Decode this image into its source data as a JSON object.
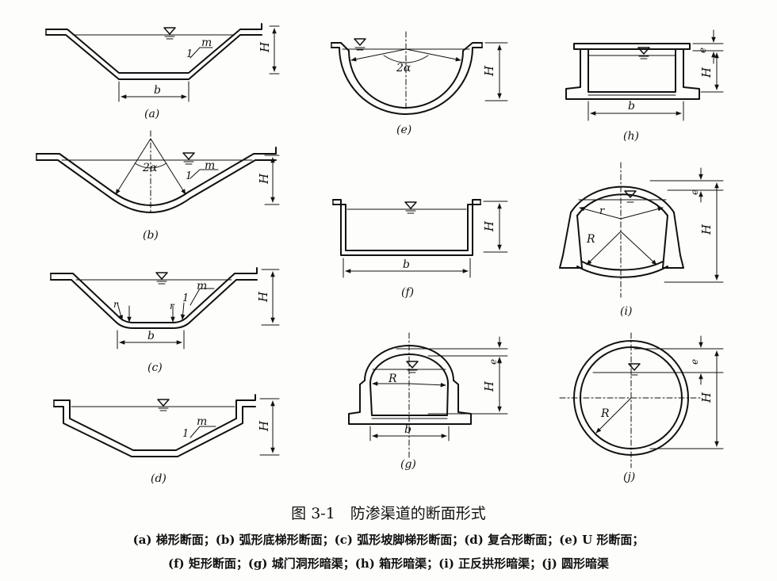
{
  "figure": {
    "title": "图 3-1　防渗渠道的断面形式",
    "caption_line1": "(a) 梯形断面；(b) 弧形底梯形断面；(c) 弧形坡脚梯形断面；(d) 复合形断面；(e) U 形断面；",
    "caption_line2": "(f) 矩形断面；(g) 城门洞形暗渠；(h) 箱形暗渠；(i) 正反拱形暗渠；(j) 圆形暗渠"
  },
  "panels": {
    "a": {
      "tag": "(a)",
      "b": "b",
      "m": "m",
      "one": "1",
      "H": "H"
    },
    "b": {
      "tag": "(b)",
      "alpha": "2α",
      "m": "m",
      "one": "1",
      "H": "H"
    },
    "c": {
      "tag": "(c)",
      "b": "b",
      "m": "m",
      "one": "1",
      "r1": "r",
      "r2": "r",
      "H": "H"
    },
    "d": {
      "tag": "(d)",
      "m": "m",
      "one": "1",
      "H": "H"
    },
    "e": {
      "tag": "(e)",
      "alpha": "2α",
      "H": "H"
    },
    "f": {
      "tag": "(f)",
      "b": "b",
      "H": "H"
    },
    "g": {
      "tag": "(g)",
      "b": "b",
      "R": "R",
      "e": "e",
      "H": "H"
    },
    "h": {
      "tag": "(h)",
      "b": "b",
      "e": "e",
      "H": "H"
    },
    "i": {
      "tag": "(i)",
      "r": "r",
      "R": "R",
      "e": "e",
      "H": "H"
    },
    "j": {
      "tag": "(j)",
      "R": "R",
      "e": "e",
      "H": "H"
    }
  }
}
